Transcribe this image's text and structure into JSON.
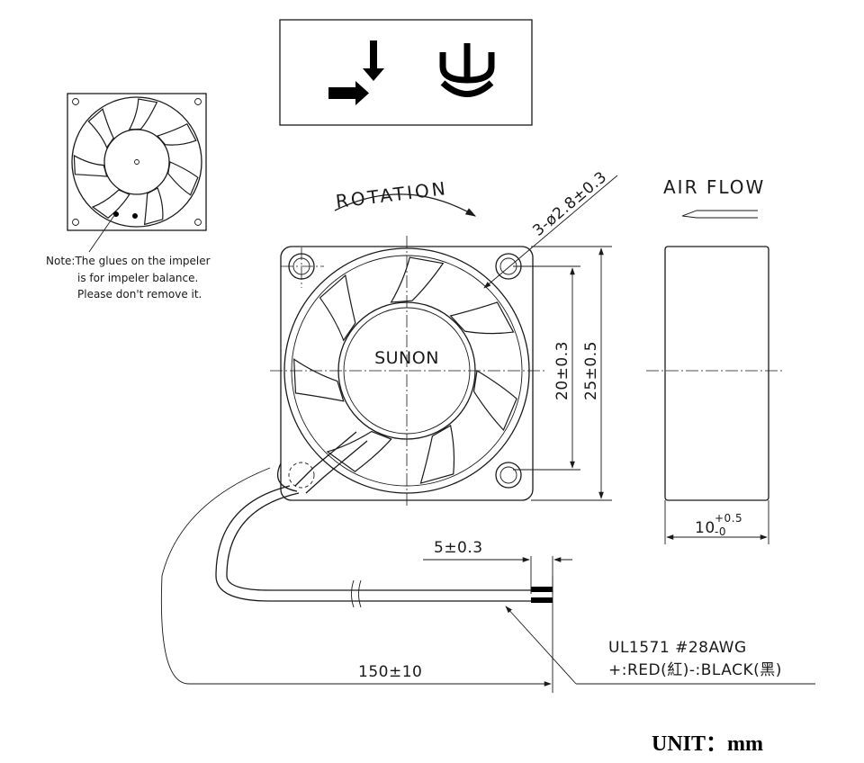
{
  "symbols": {
    "left": "arrow-symbol-icon",
    "right": "recognized-component-mark-icon"
  },
  "note": {
    "line1": "Note:The glues on the impeler",
    "line2": "is for impeler balance.",
    "line3": "Please don't remove it."
  },
  "rotation_label": "ROTATION",
  "airflow_label": "AIR FLOW",
  "brand": "SUNON",
  "dimensions": {
    "hole": "3-ø2.8±0.3",
    "hole_spacing": "20±0.3",
    "frame_size": "25±0.5",
    "thickness_main": "10",
    "thickness_tol_upper": "+0.5",
    "thickness_tol_lower": "-0",
    "strip_length": "5±0.3",
    "lead_length": "150±10"
  },
  "wire": {
    "spec": "UL1571  #28AWG",
    "colors": "+:RED(紅)-:BLACK(黑)"
  },
  "unit": "UNIT：mm"
}
